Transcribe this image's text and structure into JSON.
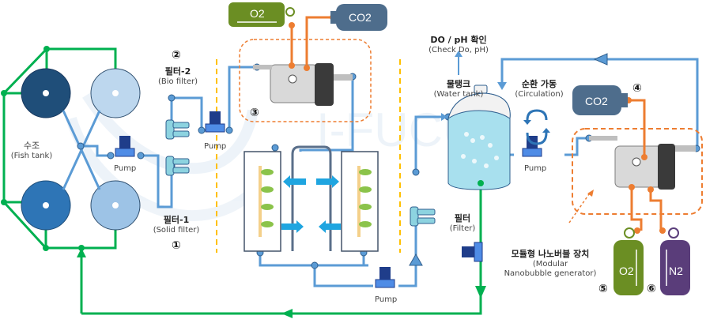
{
  "colors": {
    "water_pipe": "#5b9bd5",
    "return_pipe": "#00b050",
    "gas_line": "#ed7d31",
    "divider": "#ffc000",
    "o2_cylinder": "#6b8e23",
    "n2_cylinder": "#5a3d7a",
    "co2_cylinder": "#4e6d8c",
    "fish_tank_dark": "#1f4e79",
    "fish_tank_mid": "#2e75b6",
    "fish_tank_light": "#bdd7ee",
    "fish_tank_lighter": "#9dc3e6"
  },
  "fish_tank": {
    "label_kr": "수조",
    "label_en": "(Fish tank)"
  },
  "pumps": {
    "label": "Pump"
  },
  "filter_1": {
    "number": "①",
    "label_kr": "필터-1",
    "label_en": "(Solid filter)"
  },
  "filter_2": {
    "number": "②",
    "label_kr": "필터-2",
    "label_en": "(Bio filter)"
  },
  "filter_3": {
    "label_kr": "필터",
    "label_en": "(Filter)"
  },
  "nanobubble_top": {
    "number": "③"
  },
  "water_tank": {
    "label_kr": "물탱크",
    "label_en": "(Water tank)"
  },
  "check": {
    "label_kr": "DO / pH 확인",
    "label_en": "(Check Do, pH)"
  },
  "circulation": {
    "label_kr": "순환 가동",
    "label_en": "(Circulation)"
  },
  "modular": {
    "label_kr": "모듈형 나노버블 장치",
    "label_en_1": "(Modular",
    "label_en_2": "Nanobubble generator)"
  },
  "gases": {
    "top_o2": "O2",
    "top_co2": "CO2",
    "right_co2": "CO2",
    "right_co2_number": "④",
    "bottom_o2": "O2",
    "bottom_o2_number": "⑤",
    "bottom_n2": "N2",
    "bottom_n2_number": "⑥"
  }
}
